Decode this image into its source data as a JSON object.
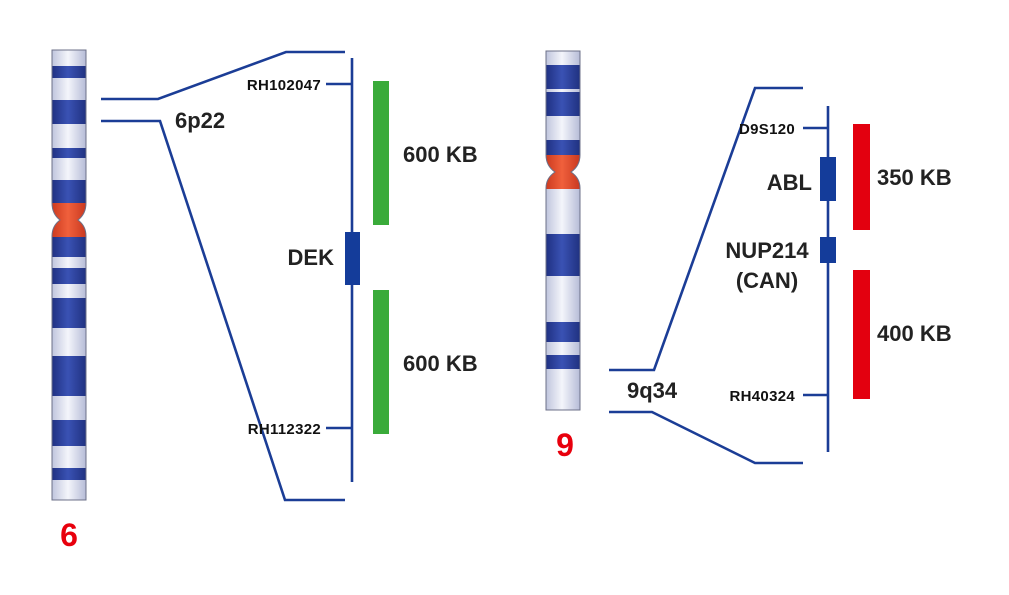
{
  "colors": {
    "line": "#1b3d96",
    "gene_box": "#143c9a",
    "green_bar": "#3aab3a",
    "red_bar": "#e3000f",
    "centromere": "#e84020",
    "chromosome_number": "#e8000d",
    "band_dark": "#2a3e9c",
    "band_light": "#e9ebf5"
  },
  "left": {
    "chromosome_number": "6",
    "band_label": "6p22",
    "markers": {
      "top": "RH102047",
      "bottom": "RH112322"
    },
    "gene": "DEK",
    "sizes": {
      "upper": "600 KB",
      "lower": "600 KB"
    }
  },
  "right": {
    "chromosome_number": "9",
    "band_label": "9q34",
    "markers": {
      "top": "D9S120",
      "bottom": "RH40324"
    },
    "genes": {
      "abl": "ABL",
      "nup214_line1": "NUP214",
      "nup214_line2": "(CAN)"
    },
    "sizes": {
      "upper": "350 KB",
      "lower": "400 KB"
    }
  }
}
